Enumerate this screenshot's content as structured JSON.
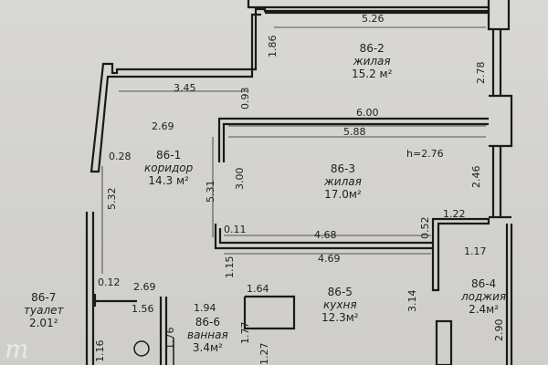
{
  "rooms": [
    {
      "id": "86-1",
      "name": "коридор",
      "area": "14.3 м²"
    },
    {
      "id": "86-2",
      "name": "жилая",
      "area": "15.2 м²"
    },
    {
      "id": "86-3",
      "name": "жилая",
      "area": "17.0м²"
    },
    {
      "id": "86-4",
      "name": "лоджия",
      "area": "2.4м²"
    },
    {
      "id": "86-5",
      "name": "кухня",
      "area": "12.3м²"
    },
    {
      "id": "86-6",
      "name": "ванная",
      "area": "3.4м²"
    },
    {
      "id": "86-7",
      "name": "туалет",
      "area": "2.01²"
    }
  ],
  "height_note": "h=2.76",
  "dimensions": {
    "d526": "5.26",
    "d186": "1.86",
    "d278": "2.78",
    "d345": "3.45",
    "d093": "0.93",
    "d269a": "2.69",
    "d600": "6.00",
    "d588": "5.88",
    "d028": "0.28",
    "d532": "5.32",
    "d531": "5.31",
    "d300": "3.00",
    "d246": "2.46",
    "d011": "0.11",
    "d468": "4.68",
    "d469": "4.69",
    "d052": "0.52",
    "d122": "1.22",
    "d117": "1.17",
    "d115": "1.15",
    "d012": "0.12",
    "d269b": "2.69",
    "d164": "1.64",
    "d156": "1.56",
    "d194": "1.94",
    "d314": "3.14",
    "d176": "1.76",
    "d177": "1.77",
    "d127": "1.27",
    "d290": "2.90",
    "d116": "1.16"
  }
}
